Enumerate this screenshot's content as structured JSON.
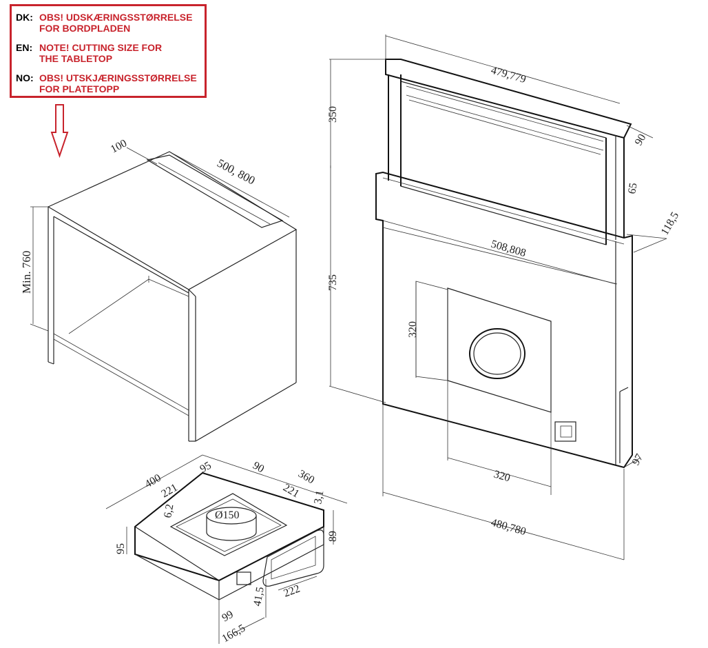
{
  "notice": {
    "rows": [
      {
        "lang": "DK:",
        "text": "OBS! UDSKÆRINGSSTØRRELSE\nFOR BORDPLADEN"
      },
      {
        "lang": "EN:",
        "text": "NOTE! CUTTING SIZE FOR\nTHE TABLETOP"
      },
      {
        "lang": "NO:",
        "text": "OBS! UTSKJÆRINGSSTØRRELSE\nFOR PLATETOPP"
      }
    ],
    "border_color": "#c8232c",
    "arrow_color": "#c8232c"
  },
  "cabinet": {
    "dim_width": "100",
    "dim_length": "500, 800",
    "dim_height": "Min. 760"
  },
  "hood": {
    "dim_top_width": "479,779",
    "dim_top_height": "350",
    "dim_depth": "90",
    "dim_65": "65",
    "dim_118": "118,5",
    "dim_mid_width": "508,808",
    "dim_body_height": "735",
    "dim_duct_h": "320",
    "dim_duct_w": "320",
    "dim_bottom_width": "480,780",
    "dim_97": "97"
  },
  "base": {
    "dim_400": "400",
    "dim_95_top": "95",
    "dim_90": "90",
    "dim_360": "360",
    "dim_221_a": "221",
    "dim_221_b": "221",
    "dim_31": "3,1",
    "dim_62": "6,2",
    "dim_diameter": "Ø150",
    "dim_95_side": "95",
    "dim_89": "89",
    "dim_222": "222",
    "dim_415": "41,5",
    "dim_99": "99",
    "dim_1665": "166,5"
  }
}
